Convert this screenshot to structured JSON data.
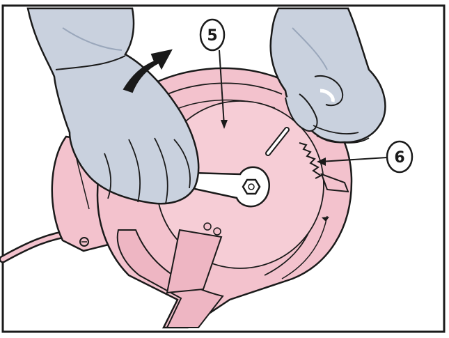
{
  "figure": {
    "callouts": [
      {
        "id": "callout-5",
        "label": "5"
      },
      {
        "id": "callout-6",
        "label": "6"
      }
    ],
    "colors": {
      "saw_body": "#f3c2cd",
      "saw_shadow": "#d896a6",
      "glove": "#c9d1de",
      "glove_shadow": "#9aa7bb",
      "outline": "#1a1a1a",
      "wrench": "#ffffff",
      "frame": "#1a1a1a"
    },
    "icons": {
      "rotation_arrow": "curved-arrow-icon",
      "arbor_nut": "hex-nut-icon"
    }
  }
}
